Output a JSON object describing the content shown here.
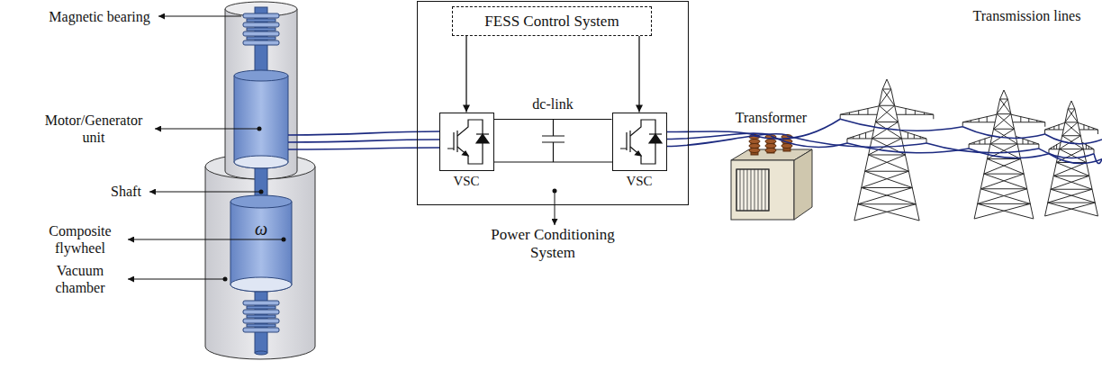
{
  "diagram": {
    "nodes": [
      {
        "text": [
          "Power Conditioning System"
        ]
      },
      {
        "text": [
          "FESS Control System"
        ],
        "in": 0
      },
      {
        "text": [
          "VSC"
        ],
        "in": 0
      },
      {
        "text": [
          "VSC"
        ],
        "in": 0
      },
      {
        "text": [
          "Transformer"
        ]
      }
    ],
    "edges": [
      {
        "from": 1,
        "to": 2,
        "arrow": "to"
      },
      {
        "from": 1,
        "to": 3,
        "arrow": "to"
      },
      {
        "from": 2,
        "to": 3,
        "arrow": "none",
        "label": "dc-link"
      },
      {
        "from": 3,
        "to": 4,
        "arrow": "none"
      }
    ],
    "labels": [
      "Magnetic bearing",
      "Motor/Generator unit",
      "Shaft",
      "Composite flywheel",
      "Vacuum chamber",
      "ω",
      "Transmission lines"
    ]
  }
}
